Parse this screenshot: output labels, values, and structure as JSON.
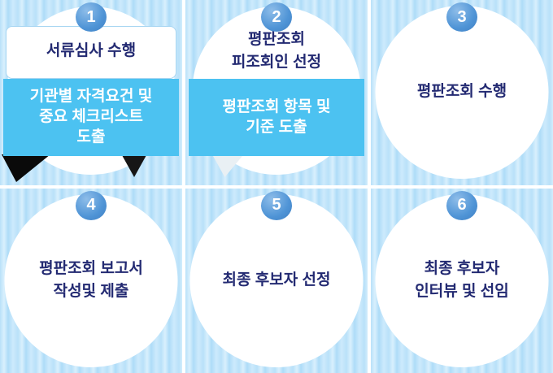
{
  "colors": {
    "badge_blue": "#4f94d6",
    "callout_blue": "#4cc2f1",
    "stripe_light": "#d9f0fd",
    "stripe_dark": "#aedcf8",
    "title_navy": "#232a72",
    "callout_text": "#ffffff"
  },
  "steps": [
    {
      "number": "1",
      "title": "서류심사 수행",
      "callout": "기관별 자격요건 및\n중요 체크리스트\n도출"
    },
    {
      "number": "2",
      "title": "평판조회\n피조회인 선정",
      "callout": "평판조회 항목 및\n기준 도출"
    },
    {
      "number": "3",
      "title": "평판조회  수행"
    },
    {
      "number": "4",
      "title": "평판조회  보고서\n작성및 제출"
    },
    {
      "number": "5",
      "title": "최종 후보자 선정"
    },
    {
      "number": "6",
      "title": "최종 후보자\n인터뷰 및 선임"
    }
  ]
}
